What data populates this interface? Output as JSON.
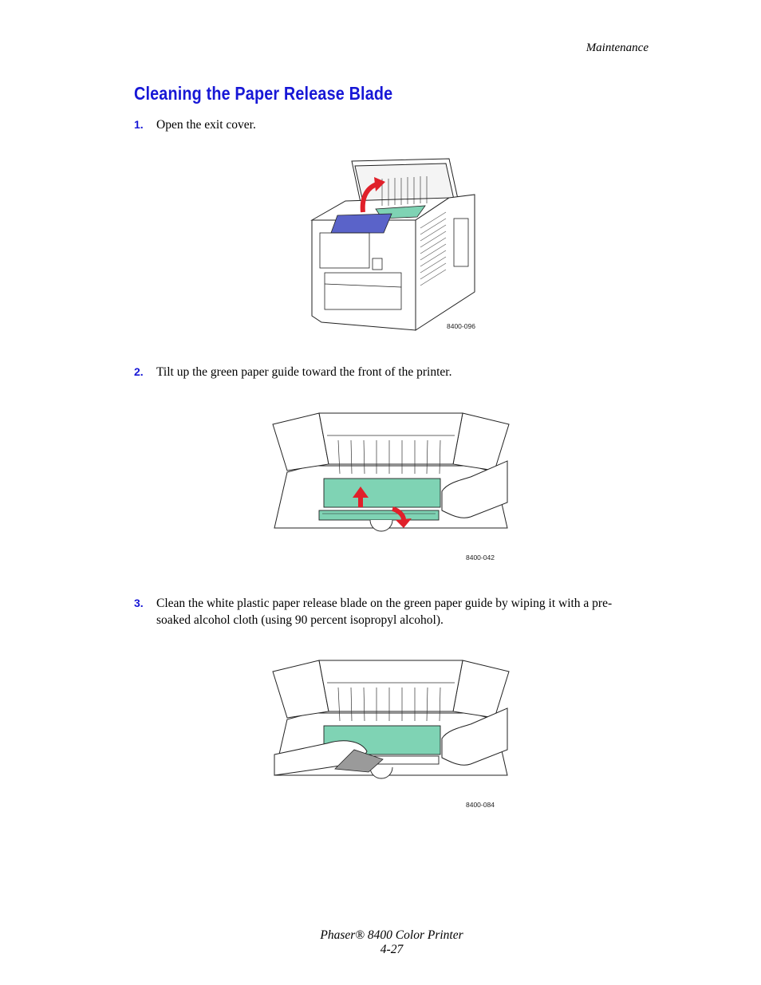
{
  "header": {
    "running_head": "Maintenance"
  },
  "section": {
    "title": "Cleaning the Paper Release Blade"
  },
  "steps": [
    {
      "num": "1.",
      "text": "Open the exit cover.",
      "figure_code": "8400-096"
    },
    {
      "num": "2.",
      "text": "Tilt up the green paper guide toward the front of the printer.",
      "figure_code": "8400-042"
    },
    {
      "num": "3.",
      "text": "Clean the white plastic paper release blade on the green paper guide by wiping it with a pre-soaked alcohol cloth (using 90 percent isopropyl alcohol).",
      "figure_code": "8400-084"
    }
  ],
  "footer": {
    "product": "Phaser® 8400 Color Printer",
    "page": "4-27"
  },
  "colors": {
    "heading_blue": "#1717d6",
    "guide_green": "#7fd3b4",
    "arrow_red": "#e0202a",
    "panel_blue": "#5a63c9"
  }
}
